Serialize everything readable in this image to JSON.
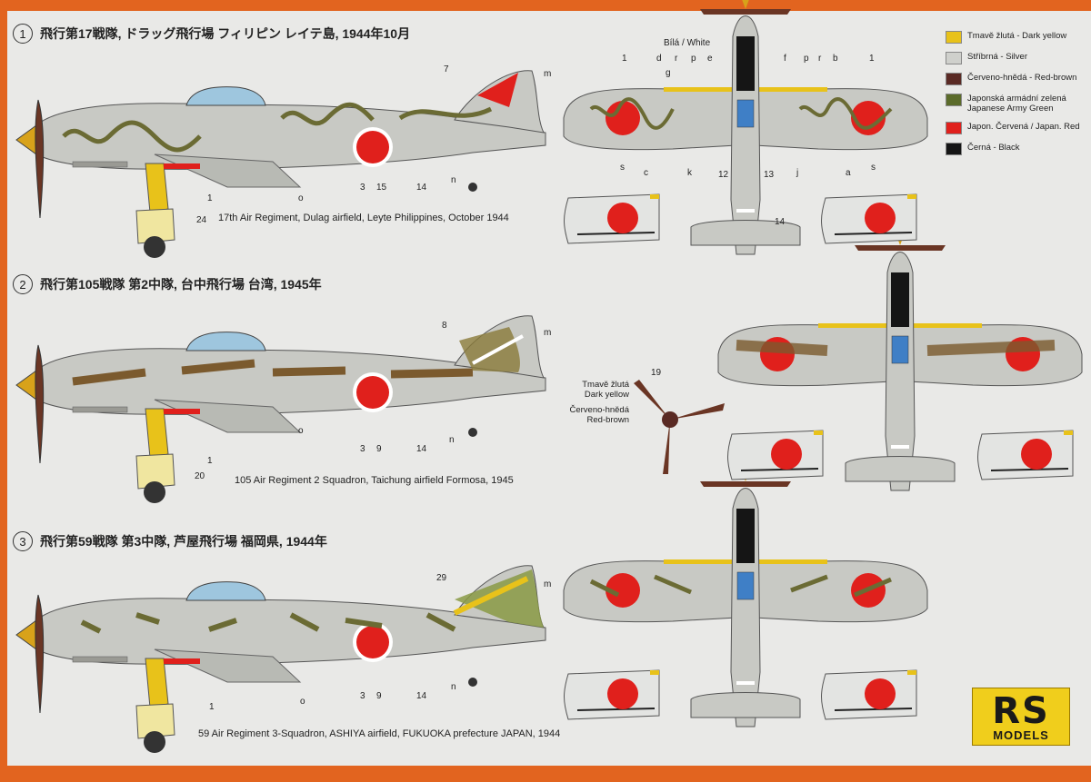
{
  "profiles": [
    {
      "number": "1",
      "heading": "飛行第17戦隊, ドラッグ飛行場 フィリピン レイテ島, 1944年10月",
      "caption": "17th Air Regiment, Dulag airfield, Leyte Philippines, October 1944",
      "tail_number": "7",
      "callouts": [
        "m",
        "1",
        "24",
        "o",
        "3",
        "15",
        "14",
        "n"
      ]
    },
    {
      "number": "2",
      "heading": "飛行第105戦隊 第2中隊, 台中飛行場 台湾, 1945年",
      "caption": "105  Air Regiment 2  Squadron, Taichung airfield Formosa, 1945",
      "tail_number": "8",
      "callouts": [
        "m",
        "1",
        "20",
        "o",
        "3",
        "9",
        "14",
        "n"
      ]
    },
    {
      "number": "3",
      "heading": "飛行第59戦隊 第3中隊, 芦屋飛行場 福岡県, 1944年",
      "caption": "59  Air Regiment 3-Squadron, ASHIYA airfield, FUKUOKA prefecture JAPAN, 1944",
      "tail_number": "29",
      "callouts": [
        "m",
        "1",
        "o",
        "3",
        "9",
        "14",
        "n"
      ]
    }
  ],
  "plan_callouts": [
    "1",
    "d",
    "r",
    "p",
    "e",
    "g",
    "f",
    "p",
    "r",
    "b",
    "1",
    "s",
    "c",
    "k",
    "12",
    "13",
    "j",
    "a",
    "s",
    "14"
  ],
  "white_note": "Bílá / White",
  "propeller": {
    "number": "19",
    "note_yellow": [
      "Tmavě žlutá",
      "Dark yellow"
    ],
    "note_redbrown": [
      "Červeno-hnědá",
      "Red-brown"
    ]
  },
  "legend": [
    {
      "color": "#e8c21a",
      "label": "Tmavě žlutá - Dark yellow"
    },
    {
      "color": "#cfd0cc",
      "label": "Stříbrná - Silver"
    },
    {
      "color": "#5a2a24",
      "label": "Červeno-hnědá - Red-brown"
    },
    {
      "color": "#5b6b2a",
      "label": "Japonská armádní zelená Japanese Army Green"
    },
    {
      "color": "#e0201c",
      "label": "Japon. Červená / Japan. Red"
    },
    {
      "color": "#151515",
      "label": "Černá - Black"
    }
  ],
  "logo": {
    "top": "RS",
    "bottom": "MODELS"
  },
  "colors": {
    "frame": "#e2641f",
    "silver": "#c8c9c4",
    "green": "#7a7d3a",
    "brown": "#7b5a2e",
    "red": "#e0201c",
    "yellow": "#e8c21a"
  }
}
